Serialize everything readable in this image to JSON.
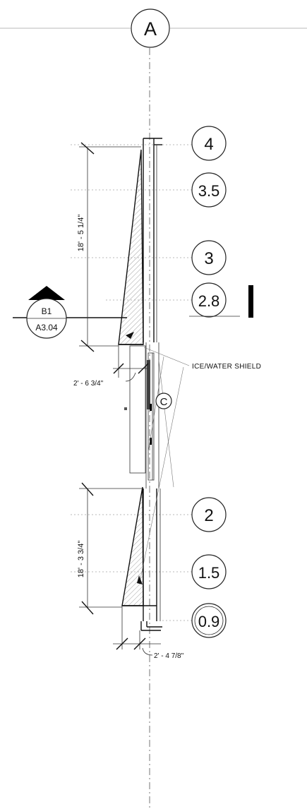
{
  "grid": {
    "label": "A"
  },
  "levels": [
    {
      "id": "level-4",
      "label": "4"
    },
    {
      "id": "level-3-5",
      "label": "3.5"
    },
    {
      "id": "level-3",
      "label": "3"
    },
    {
      "id": "level-2-8",
      "label": "2.8"
    },
    {
      "id": "level-2",
      "label": "2"
    },
    {
      "id": "level-1-5",
      "label": "1.5"
    },
    {
      "id": "level-0-9",
      "label": "0.9"
    }
  ],
  "dimensions": {
    "upper_height": "18' - 5 1/4\"",
    "lower_height": "18' - 3 3/4\"",
    "overhang_upper": "2' - 6 3/4\"",
    "overhang_lower": "2' - 4 7/8\""
  },
  "section_marker": {
    "detail": "B1",
    "sheet": "A3.04"
  },
  "callout": {
    "label": "C"
  },
  "annotations": {
    "shield": "ICE/WATER SHIELD"
  }
}
